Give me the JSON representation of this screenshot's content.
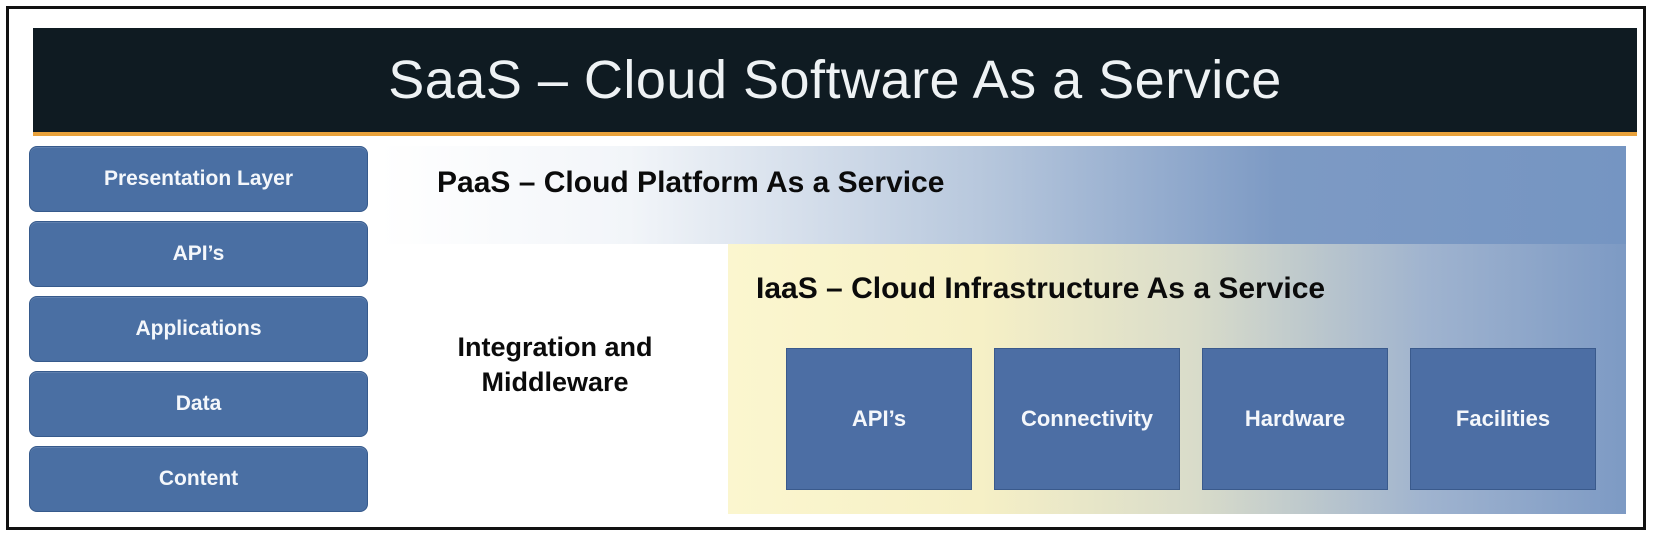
{
  "saas": {
    "title": "SaaS – Cloud Software As a Service"
  },
  "sidebar": {
    "items": [
      {
        "label": "Presentation Layer"
      },
      {
        "label": "API’s"
      },
      {
        "label": "Applications"
      },
      {
        "label": "Data"
      },
      {
        "label": "Content"
      }
    ]
  },
  "paas": {
    "title": "PaaS – Cloud Platform As a Service",
    "integration_line1": "Integration and",
    "integration_line2": "Middleware"
  },
  "iaas": {
    "title": "IaaS – Cloud Infrastructure As a Service",
    "boxes": [
      {
        "label": "API’s"
      },
      {
        "label": "Connectivity"
      },
      {
        "label": "Hardware"
      },
      {
        "label": "Facilities"
      }
    ]
  },
  "colors": {
    "saas_bar": "#0f1b22",
    "accent_line": "#e9a23b",
    "box_blue": "#4a6fa3",
    "paas_blue": "#7d9ac4",
    "iaas_yellow": "#fbf6cf"
  }
}
